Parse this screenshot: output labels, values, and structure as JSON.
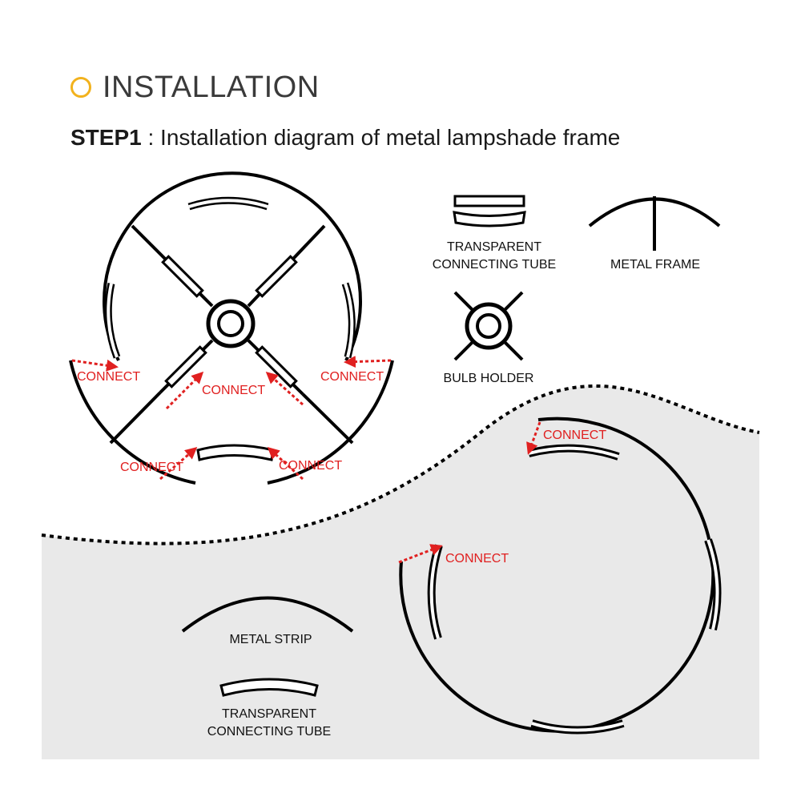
{
  "header": {
    "title": "INSTALLATION"
  },
  "step": {
    "label": "STEP1",
    "separator": " : ",
    "text": "Installation diagram of metal lampshade frame"
  },
  "legend": {
    "tube_line1": "TRANSPARENT",
    "tube_line2": "CONNECTING TUBE",
    "frame": "METAL FRAME",
    "bulb": "BULB HOLDER"
  },
  "bottom_legend": {
    "strip": "METAL STRIP",
    "tube_line1": "TRANSPARENT",
    "tube_line2": "CONNECTING TUBE"
  },
  "connect_label": "CONNECT",
  "colors": {
    "accent": "#f2b21d",
    "connect": "#e02020",
    "panel": "#e9e9e9",
    "line": "#000000"
  }
}
